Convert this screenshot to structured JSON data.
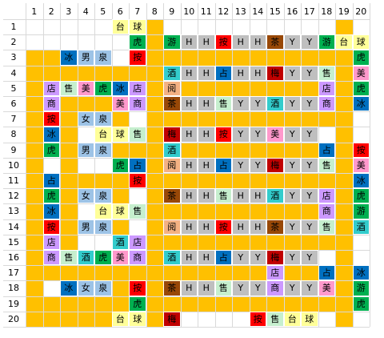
{
  "grid": {
    "col_numbers": [
      "1",
      "2",
      "3",
      "4",
      "5",
      "6",
      "7",
      "8",
      "9",
      "10",
      "11",
      "12",
      "13",
      "14",
      "15",
      "16",
      "17",
      "18",
      "19",
      "20"
    ],
    "row_numbers": [
      "1",
      "2",
      "3",
      "4",
      "5",
      "6",
      "7",
      "8",
      "9",
      "10",
      "11",
      "12",
      "13",
      "14",
      "15",
      "16",
      "17",
      "18",
      "19",
      "20"
    ]
  },
  "palette": {
    "road": "#FFC000",
    "gray": "#BFBFBF",
    "green": "#00B050",
    "red": "#FF0000",
    "blue": "#0070C0",
    "brown": "#984807",
    "dark_red": "#C00000",
    "lavender": "#CC99FF",
    "pink": "#FF99CC",
    "light_blue": "#9DC3E6",
    "light_yellow": "#FFFF99",
    "teal": "#33CCCC",
    "peach": "#F4B183",
    "light_green": "#C6EFCE"
  },
  "cells": [
    {
      "r": 1,
      "c": 6,
      "t": "台",
      "col": "light_yellow"
    },
    {
      "r": 1,
      "c": 7,
      "t": "球",
      "col": "light_yellow"
    },
    {
      "r": 2,
      "c": 7,
      "t": "虎",
      "col": "green"
    },
    {
      "r": 2,
      "c": 9,
      "t": "游",
      "col": "green"
    },
    {
      "r": 2,
      "c": 10,
      "t": "H",
      "col": "gray"
    },
    {
      "r": 2,
      "c": 11,
      "t": "H",
      "col": "gray"
    },
    {
      "r": 2,
      "c": 12,
      "t": "按",
      "col": "red"
    },
    {
      "r": 2,
      "c": 13,
      "t": "H",
      "col": "gray"
    },
    {
      "r": 2,
      "c": 14,
      "t": "H",
      "col": "gray"
    },
    {
      "r": 2,
      "c": 15,
      "t": "茶",
      "col": "brown"
    },
    {
      "r": 2,
      "c": 16,
      "t": "Y",
      "col": "gray"
    },
    {
      "r": 2,
      "c": 17,
      "t": "Y",
      "col": "gray"
    },
    {
      "r": 2,
      "c": 18,
      "t": "游",
      "col": "green"
    },
    {
      "r": 2,
      "c": 19,
      "t": "台",
      "col": "light_yellow"
    },
    {
      "r": 2,
      "c": 20,
      "t": "球",
      "col": "light_yellow"
    },
    {
      "r": 3,
      "c": 3,
      "t": "冰",
      "col": "blue"
    },
    {
      "r": 3,
      "c": 4,
      "t": "男",
      "col": "light_blue"
    },
    {
      "r": 3,
      "c": 5,
      "t": "泉",
      "col": "light_blue"
    },
    {
      "r": 3,
      "c": 7,
      "t": "按",
      "col": "red"
    },
    {
      "r": 3,
      "c": 20,
      "t": "虎",
      "col": "green"
    },
    {
      "r": 4,
      "c": 9,
      "t": "酒",
      "col": "teal"
    },
    {
      "r": 4,
      "c": 10,
      "t": "H",
      "col": "gray"
    },
    {
      "r": 4,
      "c": 11,
      "t": "H",
      "col": "gray"
    },
    {
      "r": 4,
      "c": 12,
      "t": "占",
      "col": "blue"
    },
    {
      "r": 4,
      "c": 13,
      "t": "H",
      "col": "gray"
    },
    {
      "r": 4,
      "c": 14,
      "t": "H",
      "col": "gray"
    },
    {
      "r": 4,
      "c": 15,
      "t": "梅",
      "col": "dark_red"
    },
    {
      "r": 4,
      "c": 16,
      "t": "Y",
      "col": "gray"
    },
    {
      "r": 4,
      "c": 17,
      "t": "Y",
      "col": "gray"
    },
    {
      "r": 4,
      "c": 18,
      "t": "售",
      "col": "light_green"
    },
    {
      "r": 4,
      "c": 20,
      "t": "美",
      "col": "pink"
    },
    {
      "r": 5,
      "c": 2,
      "t": "店",
      "col": "lavender"
    },
    {
      "r": 5,
      "c": 3,
      "t": "售",
      "col": "light_green"
    },
    {
      "r": 5,
      "c": 4,
      "t": "美",
      "col": "pink"
    },
    {
      "r": 5,
      "c": 5,
      "t": "虎",
      "col": "green"
    },
    {
      "r": 5,
      "c": 6,
      "t": "冰",
      "col": "blue"
    },
    {
      "r": 5,
      "c": 7,
      "t": "店",
      "col": "lavender"
    },
    {
      "r": 5,
      "c": 9,
      "t": "阅",
      "col": "peach"
    },
    {
      "r": 5,
      "c": 18,
      "t": "店",
      "col": "lavender"
    },
    {
      "r": 5,
      "c": 20,
      "t": "虎",
      "col": "green"
    },
    {
      "r": 6,
      "c": 2,
      "t": "商",
      "col": "lavender"
    },
    {
      "r": 6,
      "c": 6,
      "t": "美",
      "col": "pink"
    },
    {
      "r": 6,
      "c": 7,
      "t": "商",
      "col": "lavender"
    },
    {
      "r": 6,
      "c": 9,
      "t": "茶",
      "col": "brown"
    },
    {
      "r": 6,
      "c": 10,
      "t": "H",
      "col": "gray"
    },
    {
      "r": 6,
      "c": 11,
      "t": "H",
      "col": "gray"
    },
    {
      "r": 6,
      "c": 12,
      "t": "售",
      "col": "light_green"
    },
    {
      "r": 6,
      "c": 13,
      "t": "Y",
      "col": "gray"
    },
    {
      "r": 6,
      "c": 14,
      "t": "Y",
      "col": "gray"
    },
    {
      "r": 6,
      "c": 15,
      "t": "酒",
      "col": "teal"
    },
    {
      "r": 6,
      "c": 16,
      "t": "Y",
      "col": "gray"
    },
    {
      "r": 6,
      "c": 17,
      "t": "Y",
      "col": "gray"
    },
    {
      "r": 6,
      "c": 18,
      "t": "商",
      "col": "lavender"
    },
    {
      "r": 6,
      "c": 20,
      "t": "冰",
      "col": "blue"
    },
    {
      "r": 7,
      "c": 2,
      "t": "按",
      "col": "red"
    },
    {
      "r": 7,
      "c": 4,
      "t": "女",
      "col": "light_blue"
    },
    {
      "r": 7,
      "c": 5,
      "t": "泉",
      "col": "light_blue"
    },
    {
      "r": 8,
      "c": 2,
      "t": "冰",
      "col": "blue"
    },
    {
      "r": 8,
      "c": 5,
      "t": "台",
      "col": "light_yellow"
    },
    {
      "r": 8,
      "c": 6,
      "t": "球",
      "col": "light_yellow"
    },
    {
      "r": 8,
      "c": 7,
      "t": "售",
      "col": "light_green"
    },
    {
      "r": 8,
      "c": 9,
      "t": "梅",
      "col": "dark_red"
    },
    {
      "r": 8,
      "c": 10,
      "t": "H",
      "col": "gray"
    },
    {
      "r": 8,
      "c": 11,
      "t": "H",
      "col": "gray"
    },
    {
      "r": 8,
      "c": 12,
      "t": "按",
      "col": "red"
    },
    {
      "r": 8,
      "c": 13,
      "t": "Y",
      "col": "gray"
    },
    {
      "r": 8,
      "c": 14,
      "t": "Y",
      "col": "gray"
    },
    {
      "r": 8,
      "c": 15,
      "t": "美",
      "col": "pink"
    },
    {
      "r": 8,
      "c": 16,
      "t": "Y",
      "col": "gray"
    },
    {
      "r": 8,
      "c": 17,
      "t": "Y",
      "col": "gray"
    },
    {
      "r": 9,
      "c": 2,
      "t": "虎",
      "col": "green"
    },
    {
      "r": 9,
      "c": 4,
      "t": "男",
      "col": "light_blue"
    },
    {
      "r": 9,
      "c": 5,
      "t": "泉",
      "col": "light_blue"
    },
    {
      "r": 9,
      "c": 9,
      "t": "酒",
      "col": "teal"
    },
    {
      "r": 9,
      "c": 18,
      "t": "占",
      "col": "blue"
    },
    {
      "r": 9,
      "c": 20,
      "t": "按",
      "col": "red"
    },
    {
      "r": 10,
      "c": 6,
      "t": "虎",
      "col": "green"
    },
    {
      "r": 10,
      "c": 7,
      "t": "占",
      "col": "blue"
    },
    {
      "r": 10,
      "c": 9,
      "t": "阅",
      "col": "peach"
    },
    {
      "r": 10,
      "c": 10,
      "t": "H",
      "col": "gray"
    },
    {
      "r": 10,
      "c": 11,
      "t": "H",
      "col": "gray"
    },
    {
      "r": 10,
      "c": 12,
      "t": "占",
      "col": "blue"
    },
    {
      "r": 10,
      "c": 13,
      "t": "Y",
      "col": "gray"
    },
    {
      "r": 10,
      "c": 14,
      "t": "Y",
      "col": "gray"
    },
    {
      "r": 10,
      "c": 15,
      "t": "梅",
      "col": "dark_red"
    },
    {
      "r": 10,
      "c": 16,
      "t": "Y",
      "col": "gray"
    },
    {
      "r": 10,
      "c": 17,
      "t": "Y",
      "col": "gray"
    },
    {
      "r": 10,
      "c": 18,
      "t": "售",
      "col": "light_green"
    },
    {
      "r": 10,
      "c": 20,
      "t": "美",
      "col": "pink"
    },
    {
      "r": 11,
      "c": 2,
      "t": "占",
      "col": "blue"
    },
    {
      "r": 11,
      "c": 7,
      "t": "按",
      "col": "red"
    },
    {
      "r": 11,
      "c": 20,
      "t": "冰",
      "col": "blue"
    },
    {
      "r": 12,
      "c": 2,
      "t": "虎",
      "col": "green"
    },
    {
      "r": 12,
      "c": 4,
      "t": "女",
      "col": "light_blue"
    },
    {
      "r": 12,
      "c": 5,
      "t": "泉",
      "col": "light_blue"
    },
    {
      "r": 12,
      "c": 9,
      "t": "茶",
      "col": "brown"
    },
    {
      "r": 12,
      "c": 10,
      "t": "H",
      "col": "gray"
    },
    {
      "r": 12,
      "c": 11,
      "t": "H",
      "col": "gray"
    },
    {
      "r": 12,
      "c": 12,
      "t": "售",
      "col": "light_green"
    },
    {
      "r": 12,
      "c": 13,
      "t": "H",
      "col": "gray"
    },
    {
      "r": 12,
      "c": 14,
      "t": "H",
      "col": "gray"
    },
    {
      "r": 12,
      "c": 15,
      "t": "酒",
      "col": "teal"
    },
    {
      "r": 12,
      "c": 16,
      "t": "Y",
      "col": "gray"
    },
    {
      "r": 12,
      "c": 17,
      "t": "Y",
      "col": "gray"
    },
    {
      "r": 12,
      "c": 18,
      "t": "店",
      "col": "lavender"
    },
    {
      "r": 12,
      "c": 20,
      "t": "虎",
      "col": "green"
    },
    {
      "r": 13,
      "c": 2,
      "t": "冰",
      "col": "blue"
    },
    {
      "r": 13,
      "c": 5,
      "t": "台",
      "col": "light_yellow"
    },
    {
      "r": 13,
      "c": 6,
      "t": "球",
      "col": "light_yellow"
    },
    {
      "r": 13,
      "c": 7,
      "t": "售",
      "col": "light_green"
    },
    {
      "r": 13,
      "c": 18,
      "t": "商",
      "col": "lavender"
    },
    {
      "r": 13,
      "c": 20,
      "t": "游",
      "col": "green"
    },
    {
      "r": 14,
      "c": 2,
      "t": "按",
      "col": "red"
    },
    {
      "r": 14,
      "c": 4,
      "t": "男",
      "col": "light_blue"
    },
    {
      "r": 14,
      "c": 5,
      "t": "泉",
      "col": "light_blue"
    },
    {
      "r": 14,
      "c": 9,
      "t": "阅",
      "col": "peach"
    },
    {
      "r": 14,
      "c": 10,
      "t": "H",
      "col": "gray"
    },
    {
      "r": 14,
      "c": 11,
      "t": "H",
      "col": "gray"
    },
    {
      "r": 14,
      "c": 12,
      "t": "按",
      "col": "red"
    },
    {
      "r": 14,
      "c": 13,
      "t": "H",
      "col": "gray"
    },
    {
      "r": 14,
      "c": 14,
      "t": "H",
      "col": "gray"
    },
    {
      "r": 14,
      "c": 15,
      "t": "茶",
      "col": "brown"
    },
    {
      "r": 14,
      "c": 16,
      "t": "Y",
      "col": "gray"
    },
    {
      "r": 14,
      "c": 17,
      "t": "Y",
      "col": "gray"
    },
    {
      "r": 14,
      "c": 18,
      "t": "售",
      "col": "light_green"
    },
    {
      "r": 14,
      "c": 20,
      "t": "酒",
      "col": "teal"
    },
    {
      "r": 15,
      "c": 2,
      "t": "店",
      "col": "lavender"
    },
    {
      "r": 15,
      "c": 6,
      "t": "酒",
      "col": "teal"
    },
    {
      "r": 15,
      "c": 7,
      "t": "店",
      "col": "lavender"
    },
    {
      "r": 16,
      "c": 2,
      "t": "商",
      "col": "lavender"
    },
    {
      "r": 16,
      "c": 3,
      "t": "售",
      "col": "light_green"
    },
    {
      "r": 16,
      "c": 4,
      "t": "酒",
      "col": "teal"
    },
    {
      "r": 16,
      "c": 5,
      "t": "虎",
      "col": "green"
    },
    {
      "r": 16,
      "c": 6,
      "t": "美",
      "col": "pink"
    },
    {
      "r": 16,
      "c": 7,
      "t": "商",
      "col": "lavender"
    },
    {
      "r": 16,
      "c": 9,
      "t": "酒",
      "col": "teal"
    },
    {
      "r": 16,
      "c": 10,
      "t": "H",
      "col": "gray"
    },
    {
      "r": 16,
      "c": 11,
      "t": "H",
      "col": "gray"
    },
    {
      "r": 16,
      "c": 12,
      "t": "占",
      "col": "blue"
    },
    {
      "r": 16,
      "c": 13,
      "t": "Y",
      "col": "gray"
    },
    {
      "r": 16,
      "c": 14,
      "t": "Y",
      "col": "gray"
    },
    {
      "r": 16,
      "c": 15,
      "t": "梅",
      "col": "dark_red"
    },
    {
      "r": 16,
      "c": 16,
      "t": "Y",
      "col": "gray"
    },
    {
      "r": 16,
      "c": 17,
      "t": "Y",
      "col": "gray"
    },
    {
      "r": 17,
      "c": 15,
      "t": "店",
      "col": "lavender"
    },
    {
      "r": 17,
      "c": 18,
      "t": "占",
      "col": "blue"
    },
    {
      "r": 17,
      "c": 20,
      "t": "冰",
      "col": "blue"
    },
    {
      "r": 18,
      "c": 3,
      "t": "冰",
      "col": "blue"
    },
    {
      "r": 18,
      "c": 4,
      "t": "女",
      "col": "light_blue"
    },
    {
      "r": 18,
      "c": 5,
      "t": "泉",
      "col": "light_blue"
    },
    {
      "r": 18,
      "c": 7,
      "t": "按",
      "col": "red"
    },
    {
      "r": 18,
      "c": 9,
      "t": "茶",
      "col": "brown"
    },
    {
      "r": 18,
      "c": 10,
      "t": "H",
      "col": "gray"
    },
    {
      "r": 18,
      "c": 11,
      "t": "H",
      "col": "gray"
    },
    {
      "r": 18,
      "c": 12,
      "t": "售",
      "col": "light_green"
    },
    {
      "r": 18,
      "c": 13,
      "t": "Y",
      "col": "gray"
    },
    {
      "r": 18,
      "c": 14,
      "t": "Y",
      "col": "gray"
    },
    {
      "r": 18,
      "c": 15,
      "t": "商",
      "col": "lavender"
    },
    {
      "r": 18,
      "c": 16,
      "t": "Y",
      "col": "gray"
    },
    {
      "r": 18,
      "c": 17,
      "t": "Y",
      "col": "gray"
    },
    {
      "r": 18,
      "c": 18,
      "t": "美",
      "col": "pink"
    },
    {
      "r": 18,
      "c": 20,
      "t": "游",
      "col": "green"
    },
    {
      "r": 19,
      "c": 7,
      "t": "虎",
      "col": "green"
    },
    {
      "r": 19,
      "c": 20,
      "t": "虎",
      "col": "green"
    },
    {
      "r": 20,
      "c": 6,
      "t": "台",
      "col": "light_yellow"
    },
    {
      "r": 20,
      "c": 7,
      "t": "球",
      "col": "light_yellow"
    },
    {
      "r": 20,
      "c": 9,
      "t": "梅",
      "col": "dark_red"
    },
    {
      "r": 20,
      "c": 14,
      "t": "按",
      "col": "red"
    },
    {
      "r": 20,
      "c": 15,
      "t": "售",
      "col": "light_green"
    },
    {
      "r": 20,
      "c": 16,
      "t": "台",
      "col": "light_yellow"
    },
    {
      "r": 20,
      "c": 17,
      "t": "球",
      "col": "light_yellow"
    }
  ],
  "road_cells": "rows/cols forming the yellow path network"
}
